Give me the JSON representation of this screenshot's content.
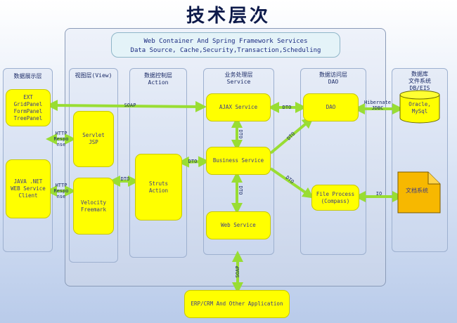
{
  "title": "技术层次",
  "services": {
    "line1": "Web Container And Spring Framework Services",
    "line2": "Data Source, Cache,Security,Transaction,Scheduling"
  },
  "layers": {
    "display": "数据展示层",
    "view": "视图层(View)",
    "control": "数据控制层\nAction",
    "business": "业务处理层\nService",
    "dao": "数据访问层\nDAO",
    "database": "数据库\n文件系统\nDB/EIS"
  },
  "boxes": {
    "ext": "EXT\nGridPanel\nFormPanel\nTreePanel",
    "java_net": "JAVA .NET\nWEB Service\nClient",
    "servlet": "Servlet\nJSP",
    "velocity": "Velocity\nFreemark",
    "struts": "Struts\nAction",
    "ajax": "AJAX Service",
    "business_service": "Business Service",
    "web_service": "Web Service",
    "dao": "DAO",
    "file_process": "File Process\n(Compass)",
    "oracle": "Oracle,\nMySql",
    "file_system": "文档系统",
    "erp": "ERP/CRM And Other Application"
  },
  "labels": {
    "http1": "HTTP\nRespo\nnse",
    "http2": "HTTP\nRespo\nnse",
    "soap_top": "SOAP",
    "dto_view": "DTO",
    "dto_struts": "DTO",
    "dto_ajax_dao": "DTO",
    "dto_ajax_bs": "DTO",
    "dto_bs_ws": "DTO",
    "dto_bs_dao": "DTO",
    "dto_bs_fp": "DTO",
    "hibernate": "Hibernate\nJDBC",
    "io": "IO",
    "soap_bottom": "SOAP"
  },
  "colors": {
    "arrow": "#99dd33",
    "box": "#ffff00",
    "orange": "#f7b800"
  }
}
